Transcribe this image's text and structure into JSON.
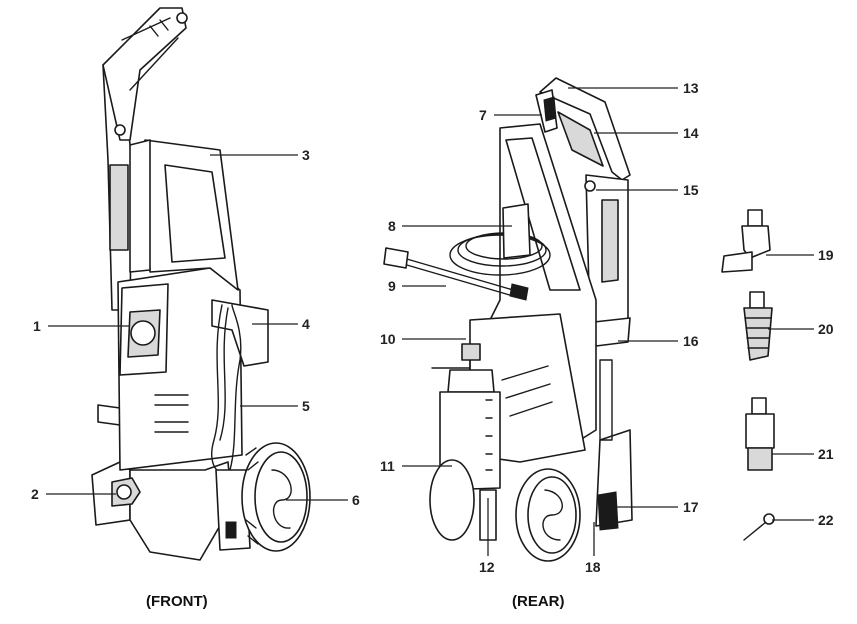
{
  "captions": {
    "front": "(FRONT)",
    "rear": "(REAR)"
  },
  "callouts": [
    "1",
    "2",
    "3",
    "4",
    "5",
    "6",
    "7",
    "8",
    "9",
    "10",
    "11",
    "12",
    "13",
    "14",
    "15",
    "16",
    "17",
    "18",
    "19",
    "20",
    "21",
    "22"
  ]
}
